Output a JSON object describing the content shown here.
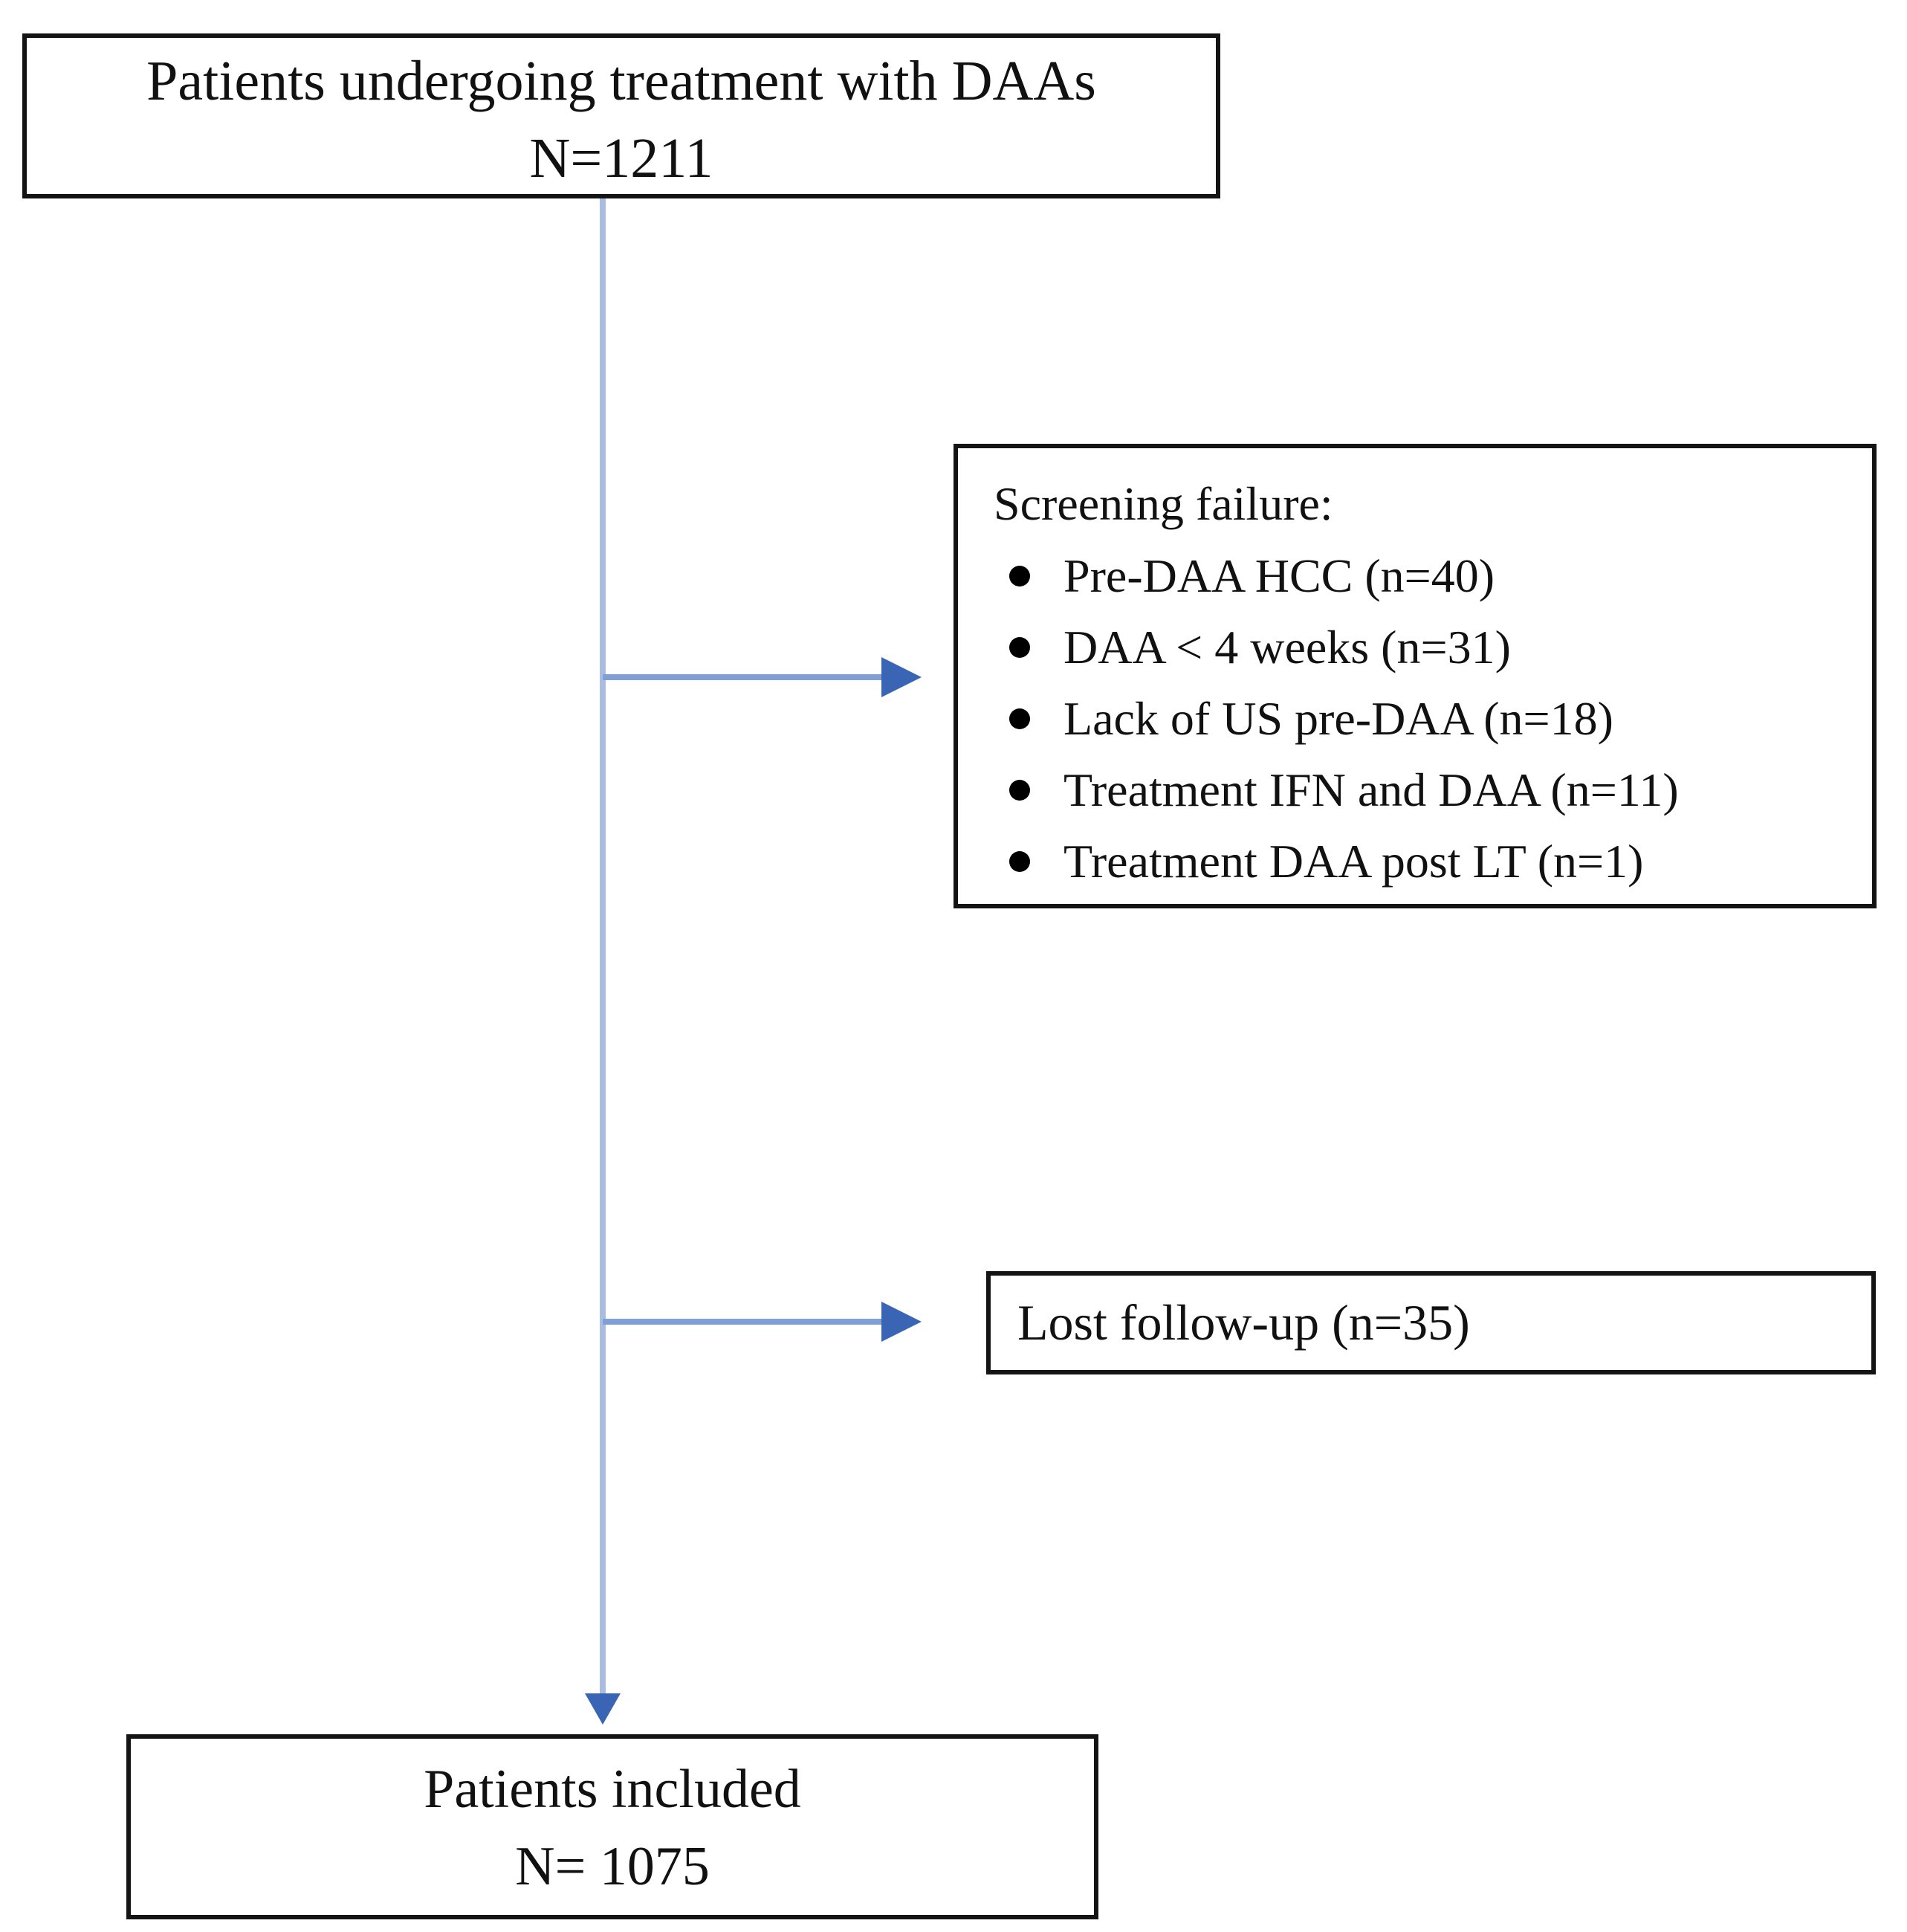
{
  "figure": {
    "background": "#ffffff",
    "box_border_color": "#141414",
    "text_color": "#111111",
    "arrow_line_vertical_color": "#A9BDE1",
    "arrow_line_horizontal_color": "#7F9FD6",
    "arrow_head_color": "#3A65B5",
    "bullet_color": "#000000"
  },
  "nodes": {
    "top": {
      "line1": "Patients undergoing treatment with DAAs",
      "line2": "N=1211"
    },
    "screening": {
      "title": "Screening failure:",
      "bullets": [
        "Pre-DAA HCC (n=40)",
        "DAA < 4 weeks (n=31)",
        "Lack of US pre-DAA (n=18)",
        "Treatment IFN and DAA (n=11)",
        "Treatment DAA post LT (n=1)"
      ]
    },
    "lost": {
      "label": "Lost follow-up (n=35)"
    },
    "bottom": {
      "line1": "Patients included",
      "line2": "N= 1075"
    }
  }
}
